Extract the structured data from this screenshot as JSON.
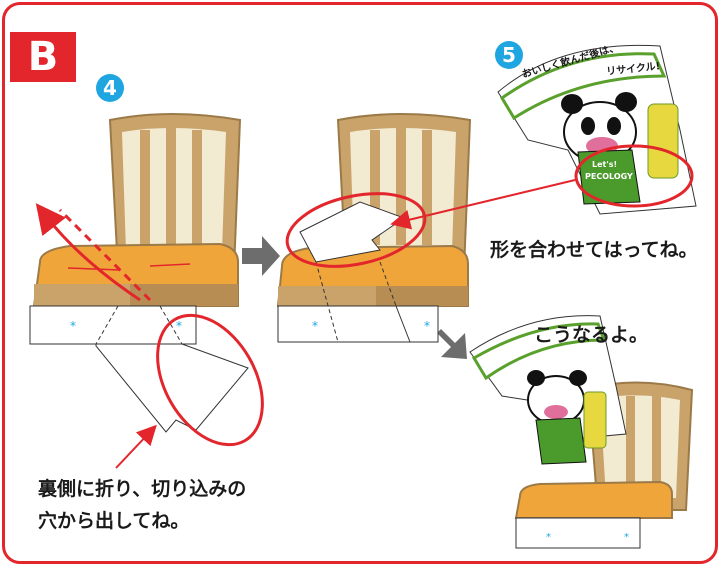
{
  "section_label": "B",
  "steps": {
    "step4": "4",
    "step5": "5"
  },
  "captions": {
    "fold_instruction_line1": "裏側に折り、切り込みの",
    "fold_instruction_line2": "穴から出してね。",
    "fit_instruction": "形を合わせてはってね。",
    "result": "こうなるよ。"
  },
  "pop_card": {
    "banner_line1": "おいしく飲んだ後は、",
    "banner_line2": "リサイクル!",
    "logo_line1": "Let's!",
    "logo_line2": "PECOLOGY"
  },
  "colors": {
    "accent_red": "#e2262c",
    "step_blue": "#1fa6e1",
    "chair_wood": "#c9a36a",
    "chair_back": "#f3ead2",
    "seat_orange": "#f0a53a",
    "arrow_gray": "#6d6d6d"
  }
}
